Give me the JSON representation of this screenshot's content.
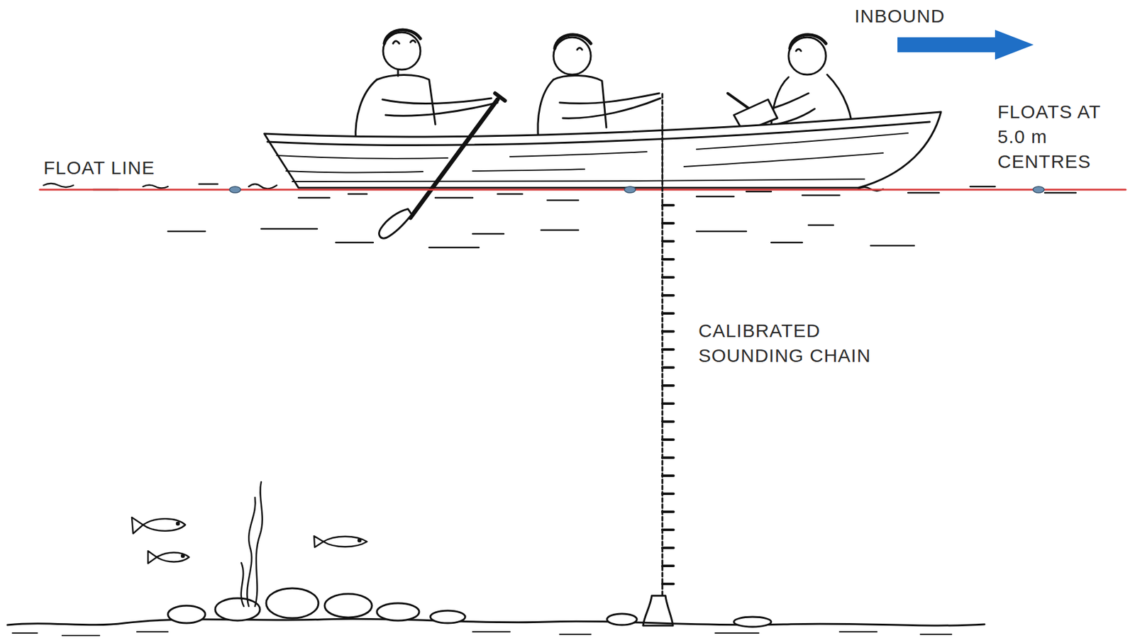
{
  "diagram": {
    "labels": [
      "INBOUND",
      "FLOAT LINE",
      "FLOATS AT 5.0 m CENTRES",
      "CALIBRATED SOUNDING CHAIN"
    ]
  }
}
